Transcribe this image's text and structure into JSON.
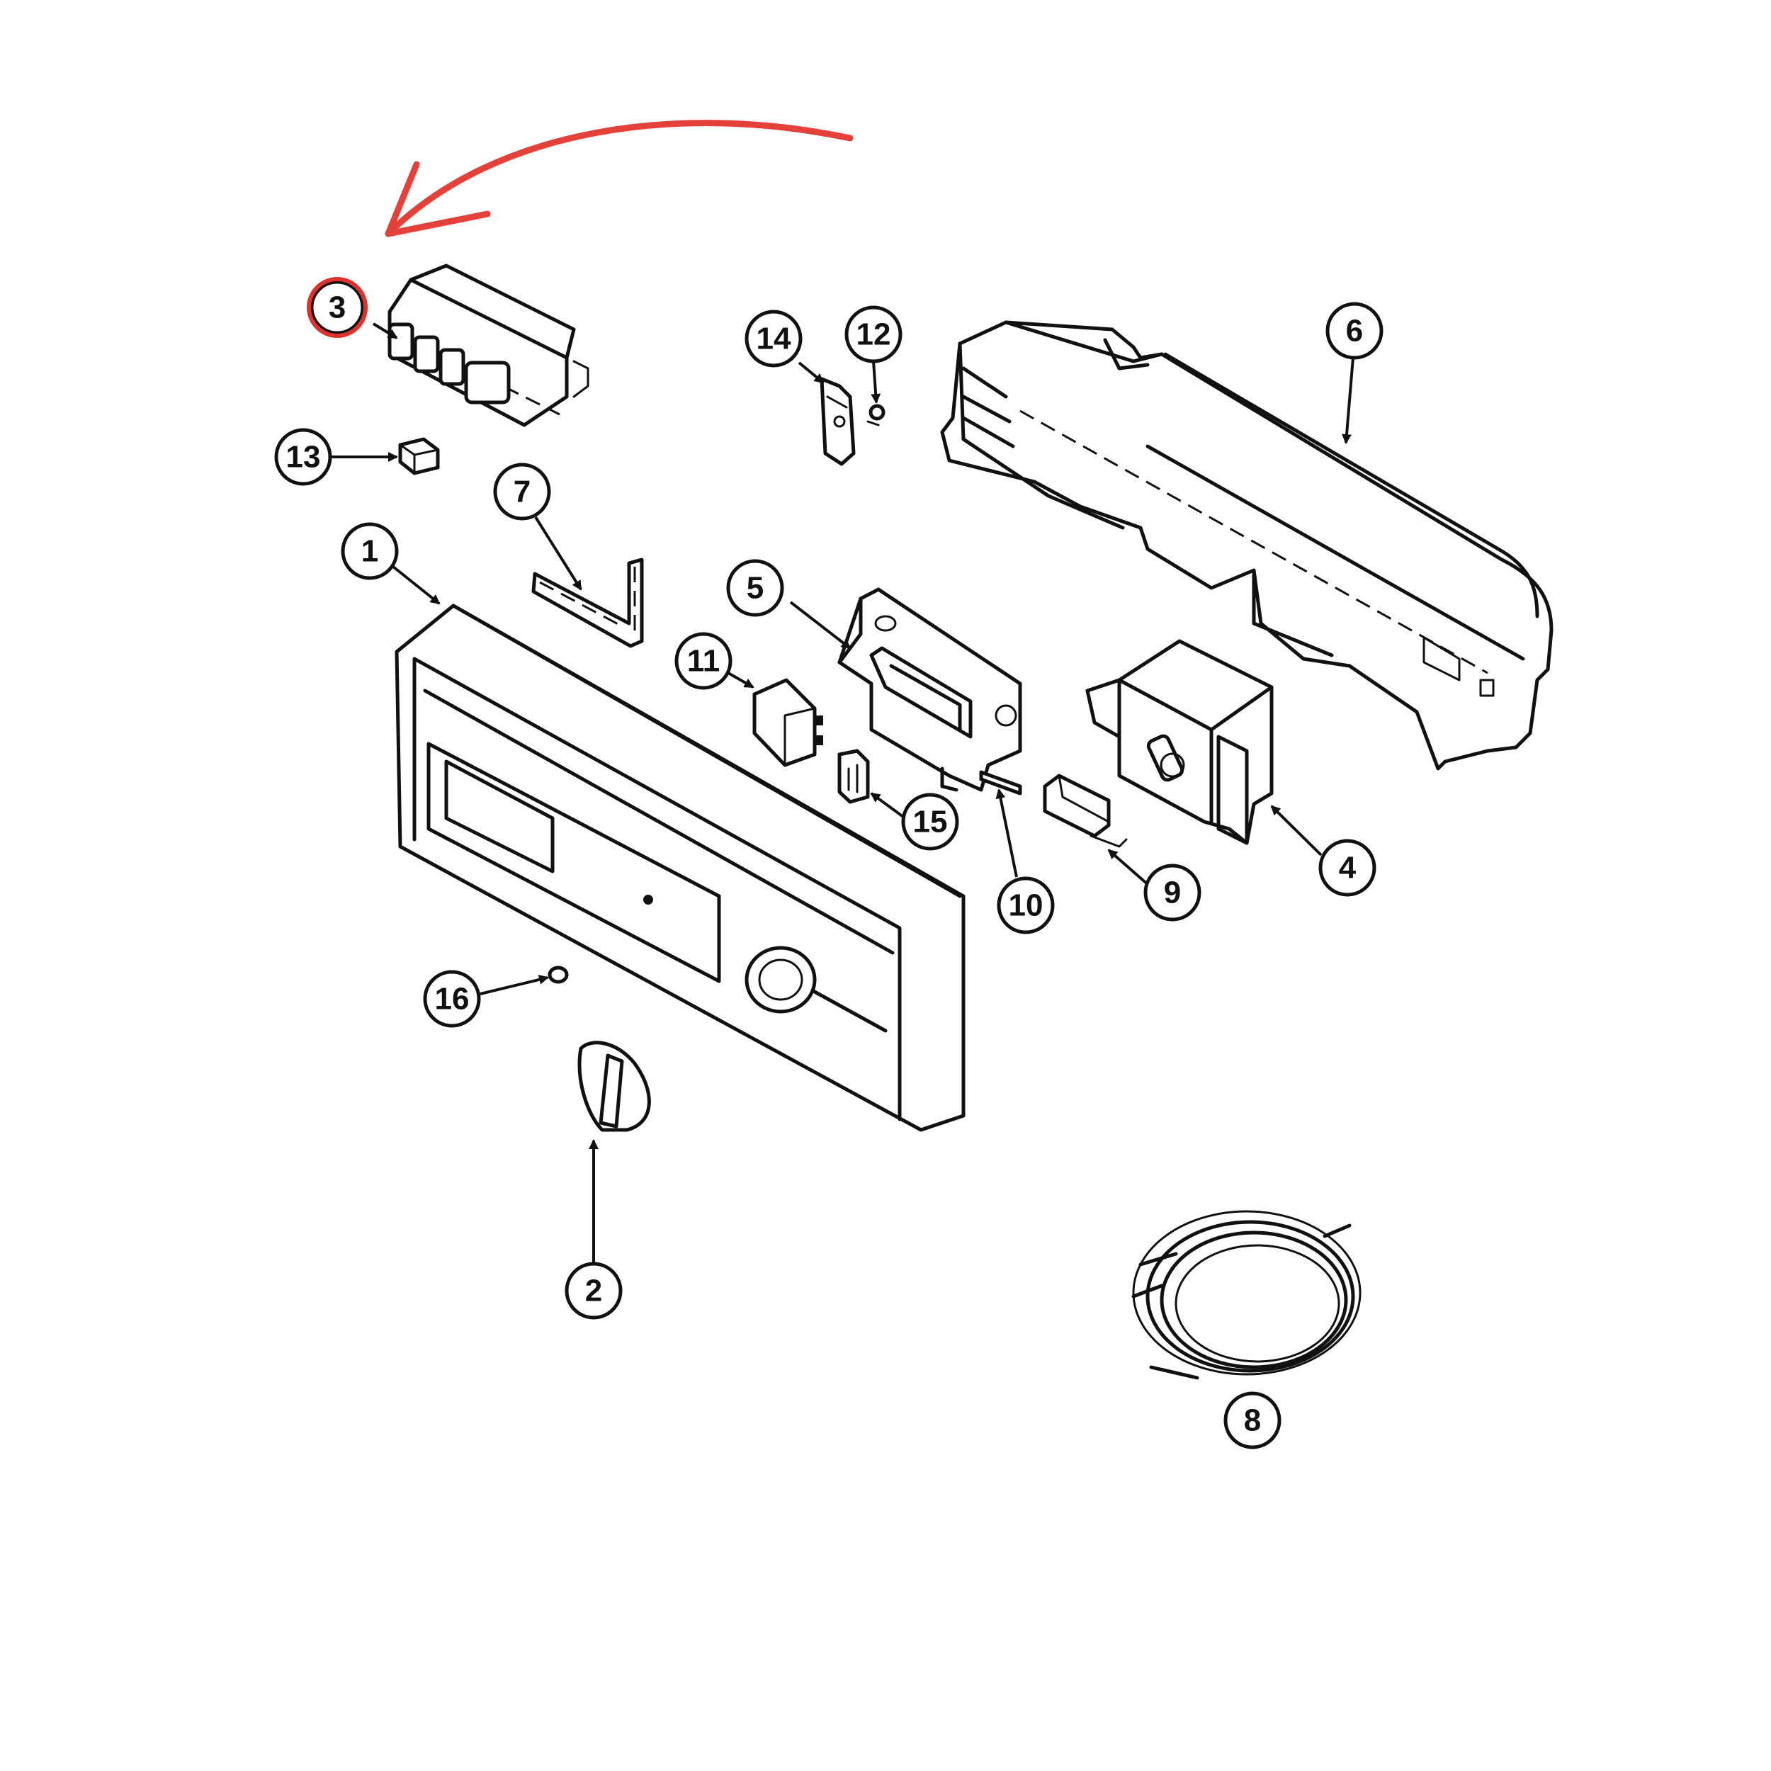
{
  "highlight": {
    "color": "#e4413a",
    "part": "3"
  },
  "callouts": [
    {
      "id": "c1",
      "label": "1"
    },
    {
      "id": "c2",
      "label": "2"
    },
    {
      "id": "c3",
      "label": "3"
    },
    {
      "id": "c4",
      "label": "4"
    },
    {
      "id": "c5",
      "label": "5"
    },
    {
      "id": "c6",
      "label": "6"
    },
    {
      "id": "c7",
      "label": "7"
    },
    {
      "id": "c8",
      "label": "8"
    },
    {
      "id": "c9",
      "label": "9"
    },
    {
      "id": "c10",
      "label": "10"
    },
    {
      "id": "c11",
      "label": "11"
    },
    {
      "id": "c12",
      "label": "12"
    },
    {
      "id": "c13",
      "label": "13"
    },
    {
      "id": "c14",
      "label": "14"
    },
    {
      "id": "c15",
      "label": "15"
    },
    {
      "id": "c16",
      "label": "16"
    }
  ]
}
